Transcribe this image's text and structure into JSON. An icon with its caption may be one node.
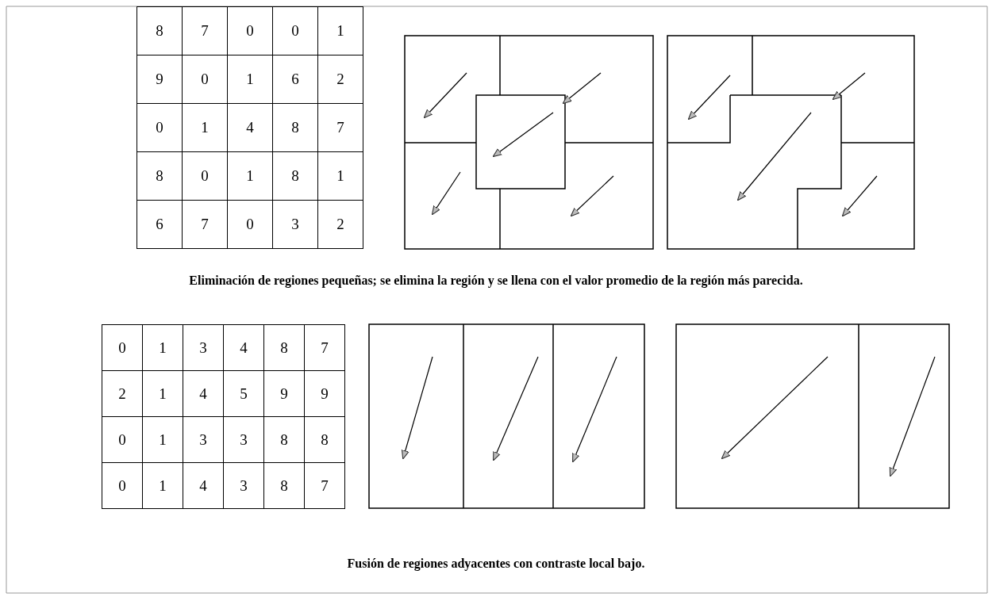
{
  "diagram": {
    "labels": [
      "8",
      "7",
      "0",
      "0",
      "1",
      "9",
      "0",
      "1",
      "6",
      "2",
      "0",
      "1",
      "4",
      "8",
      "7",
      "8",
      "0",
      "1",
      "8",
      "1",
      "6",
      "7",
      "0",
      "3",
      "2",
      "Eliminación de regiones pequeñas; se elimina la región y se llena con el valor promedio de la región más parecida.",
      "0",
      "1",
      "3",
      "4",
      "8",
      "7",
      "2",
      "1",
      "4",
      "5",
      "9",
      "9",
      "0",
      "1",
      "3",
      "3",
      "8",
      "8",
      "0",
      "1",
      "4",
      "3",
      "8",
      "7",
      "Fusión de regiones adyacentes con contraste local bajo."
    ]
  }
}
